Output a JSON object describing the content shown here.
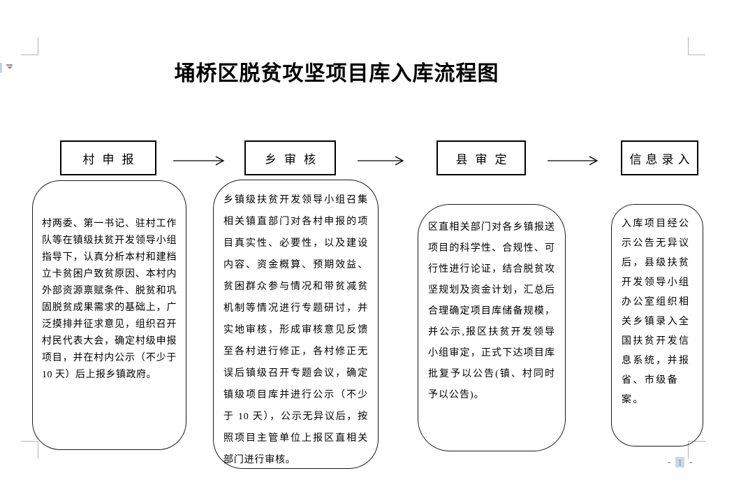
{
  "document": {
    "title": "埇桥区脱贫攻坚项目库入库流程图"
  },
  "flow": {
    "stages": [
      {
        "label": "村申报",
        "description": "村两委、第一书记、驻村工作队等在镇级扶贫开发领导小组指导下，认真分析本村和建档立卡贫困户致贫原因、本村内外部资源禀赋条件、脱贫和巩固脱贫成果需求的基础上，广泛摸排并征求意见，组织召开村民代表大会，确定村级申报项目，并在村内公示（不少于 10 天）后上报乡镇政府。"
      },
      {
        "label": "乡审核",
        "description": "乡镇级扶贫开发领导小组召集相关镇直部门对各村申报的项目真实性、必要性，以及建设内容、资金概算、预期效益、贫困群众参与情况和带贫减贫机制等情况进行专题研讨，并实地审核，形成审核意见反馈至各村进行修正，各村修正无误后镇级召开专题会议，确定镇级项目库并进行公示（不少于 10 天），公示无异议后，按照项目主管单位上报区直相关部门进行审核。"
      },
      {
        "label": "县审定",
        "description": "区直相关部门对各乡镇报送项目的科学性、合规性、可行性进行论证，结合脱贫攻坚规划及资金计划，汇总后合理确定项目库储备规模，并公示,报区扶贫开发领导小组审定，正式下达项目库批复予以公告(镇、村同时予以公告)。"
      },
      {
        "label": "信息录入",
        "description": "入库项目经公示公告无异议后，县级扶贫开发领导小组办公室组织相关乡镇录入全国扶贫开发信息系统，并报省、市级备案。"
      }
    ]
  },
  "footer": {
    "page_number": {
      "prefix": "-",
      "value": "1",
      "suffix": "-"
    }
  },
  "colors": {
    "text": "#000000",
    "boundary_mark": "#b5b5b5",
    "page_number_shading": "#ccd8e6",
    "page_number_text": "#7f93b2",
    "left_margin_bar": "#b9d3e9"
  }
}
